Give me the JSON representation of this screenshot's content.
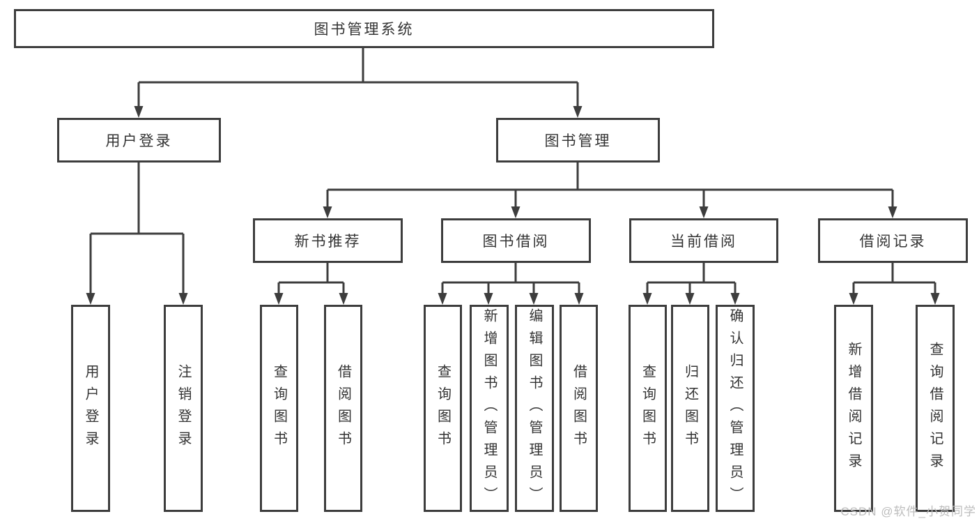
{
  "diagram": {
    "root": {
      "label": "图书管理系统"
    },
    "level2": [
      {
        "label": "用户登录"
      },
      {
        "label": "图书管理"
      }
    ],
    "level3": [
      {
        "label": "新书推荐"
      },
      {
        "label": "图书借阅"
      },
      {
        "label": "当前借阅"
      },
      {
        "label": "借阅记录"
      }
    ],
    "leaves": {
      "user_login": [
        {
          "label": "用户登录"
        },
        {
          "label": "注销登录"
        }
      ],
      "new_books": [
        {
          "label": "查询图书"
        },
        {
          "label": "借阅图书"
        }
      ],
      "book_borrow": [
        {
          "label": "查询图书"
        },
        {
          "label": "新增图书（管理员）"
        },
        {
          "label": "编辑图书（管理员）"
        },
        {
          "label": "借阅图书"
        }
      ],
      "current_borrow": [
        {
          "label": "查询图书"
        },
        {
          "label": "归还图书"
        },
        {
          "label": "确认归还（管理员）"
        }
      ],
      "borrow_records": [
        {
          "label": "新增借阅记录"
        },
        {
          "label": "查询借阅记录"
        }
      ]
    }
  },
  "watermark": {
    "text": "CSDN @软件_小贺同学"
  },
  "colors": {
    "line": "#3d3d3d",
    "text": "#333333",
    "watermark": "#bdbdbd",
    "background": "#ffffff"
  }
}
